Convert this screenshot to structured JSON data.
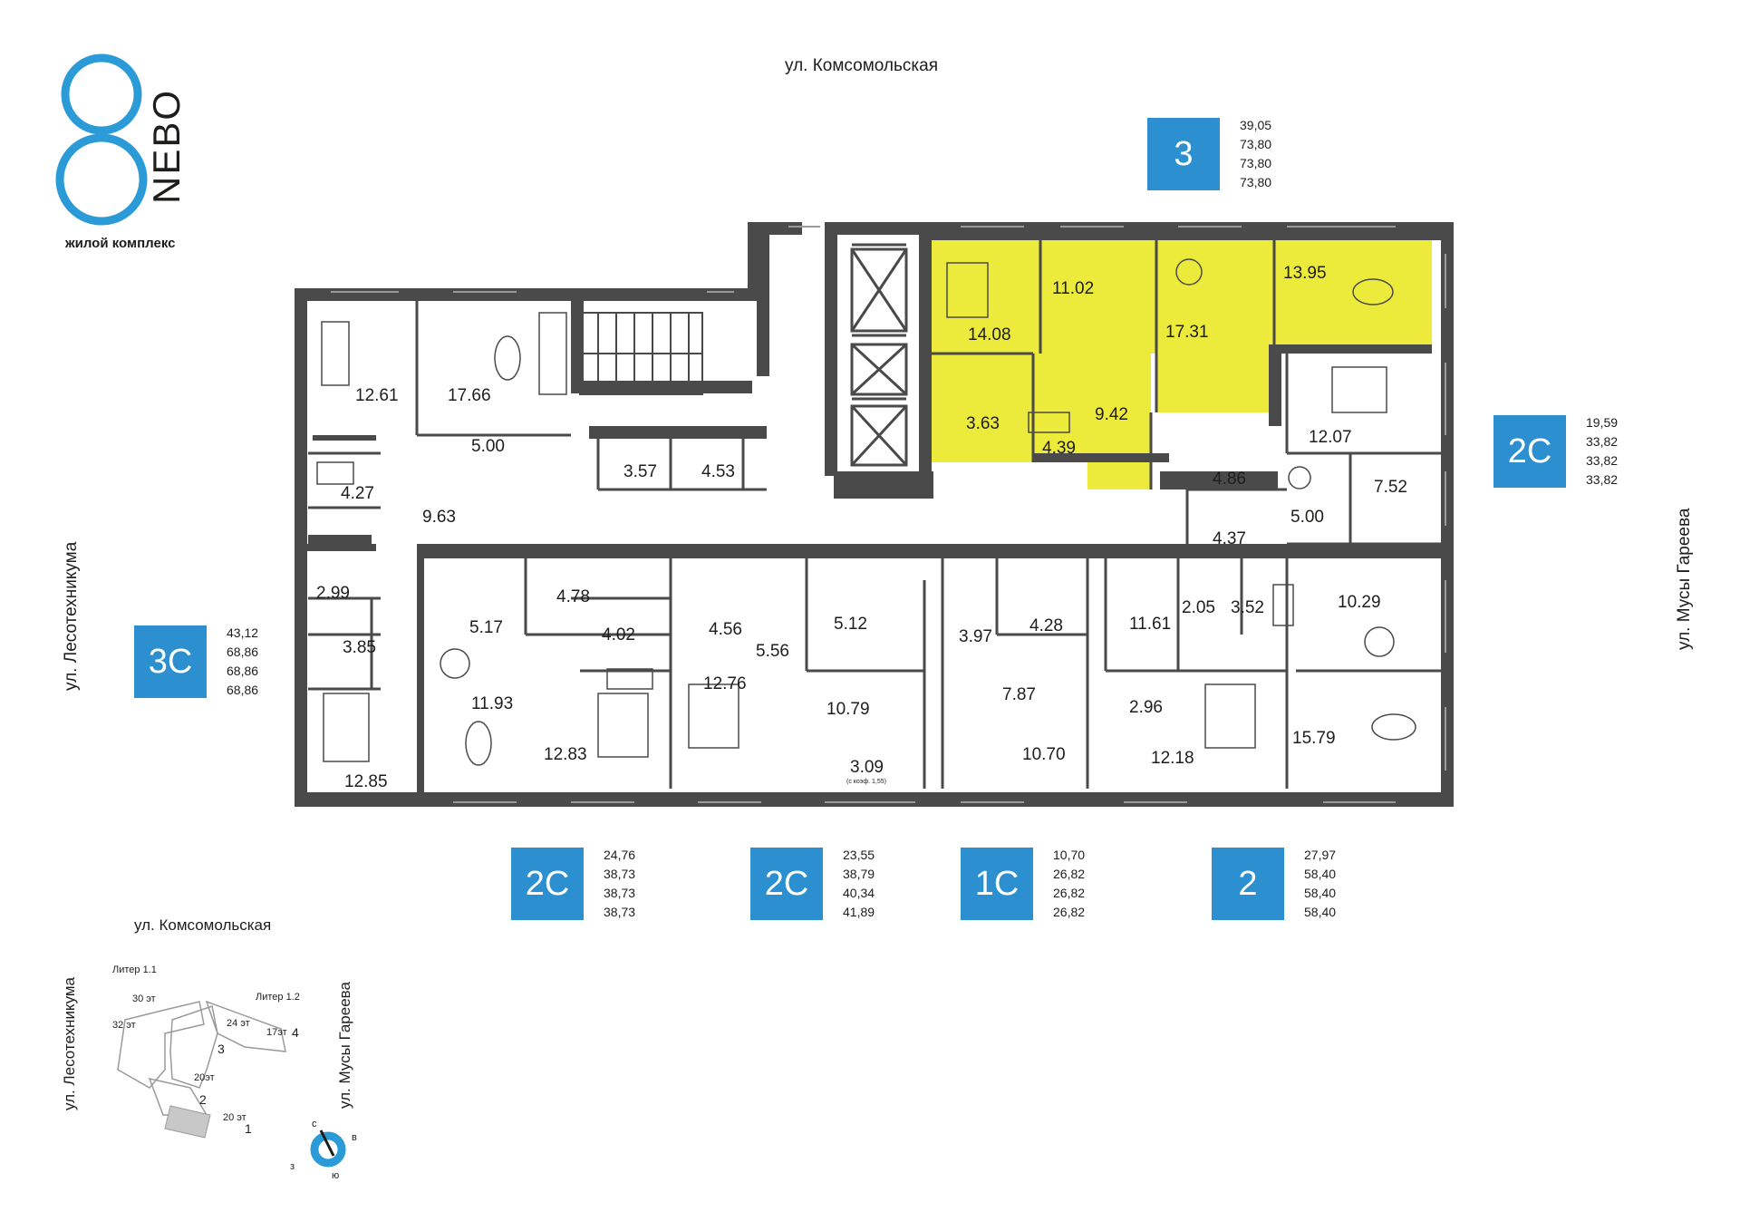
{
  "brand": {
    "name": "NEBO",
    "subtitle": "жилой комплекс",
    "logo_color": "#2b9bd8"
  },
  "streets": {
    "top": "ул. Комсомольская",
    "left": "ул. Лесотехникума",
    "right": "ул. Мусы Гареева"
  },
  "colors": {
    "highlight": "#ecea3a",
    "badge": "#2b8fd0",
    "wall": "#4a4a4a"
  },
  "apartments": [
    {
      "type": "3",
      "areas": [
        "39,05",
        "73,80",
        "73,80",
        "73,80"
      ],
      "highlighted": true
    },
    {
      "type": "2С",
      "areas": [
        "19,59",
        "33,82",
        "33,82",
        "33,82"
      ]
    },
    {
      "type": "3С",
      "areas": [
        "43,12",
        "68,86",
        "68,86",
        "68,86"
      ]
    },
    {
      "type": "2С",
      "areas": [
        "24,76",
        "38,73",
        "38,73",
        "38,73"
      ]
    },
    {
      "type": "2С",
      "areas": [
        "23,55",
        "38,79",
        "40,34",
        "41,89"
      ]
    },
    {
      "type": "1С",
      "areas": [
        "10,70",
        "26,82",
        "26,82",
        "26,82"
      ]
    },
    {
      "type": "2",
      "areas": [
        "27,97",
        "58,40",
        "58,40",
        "58,40"
      ]
    }
  ],
  "rooms": [
    "12.61",
    "17.66",
    "5.00",
    "4.27",
    "9.63",
    "3.57",
    "4.53",
    "14.08",
    "11.02",
    "17.31",
    "13.95",
    "3.63",
    "9.42",
    "4.39",
    "12.07",
    "7.52",
    "4.86",
    "5.00",
    "4.37",
    "2.99",
    "3.85",
    "12.85",
    "5.17",
    "4.78",
    "4.02",
    "11.93",
    "12.83",
    "4.56",
    "5.56",
    "12.76",
    "5.12",
    "10.79",
    "3.09",
    "3.97",
    "4.28",
    "7.87",
    "10.70",
    "11.61",
    "2.05",
    "3.52",
    "10.29",
    "2.96",
    "12.18",
    "15.79"
  ],
  "balcony_note": "(с коэф. 1,55)",
  "keyplan": {
    "street_top": "ул. Комсомольская",
    "street_left": "ул. Лесотехникума",
    "street_right": "ул. Мусы Гареева",
    "liter_1_1": "Литер 1.1",
    "liter_1_2": "Литер 1.2",
    "floors": [
      "30 эт",
      "32 эт",
      "24 эт",
      "17эт",
      "20эт",
      "20 эт"
    ],
    "sections": [
      "3",
      "4",
      "2",
      "1"
    ],
    "compass": {
      "n": "с",
      "e": "в",
      "w": "з",
      "s": "ю"
    }
  }
}
